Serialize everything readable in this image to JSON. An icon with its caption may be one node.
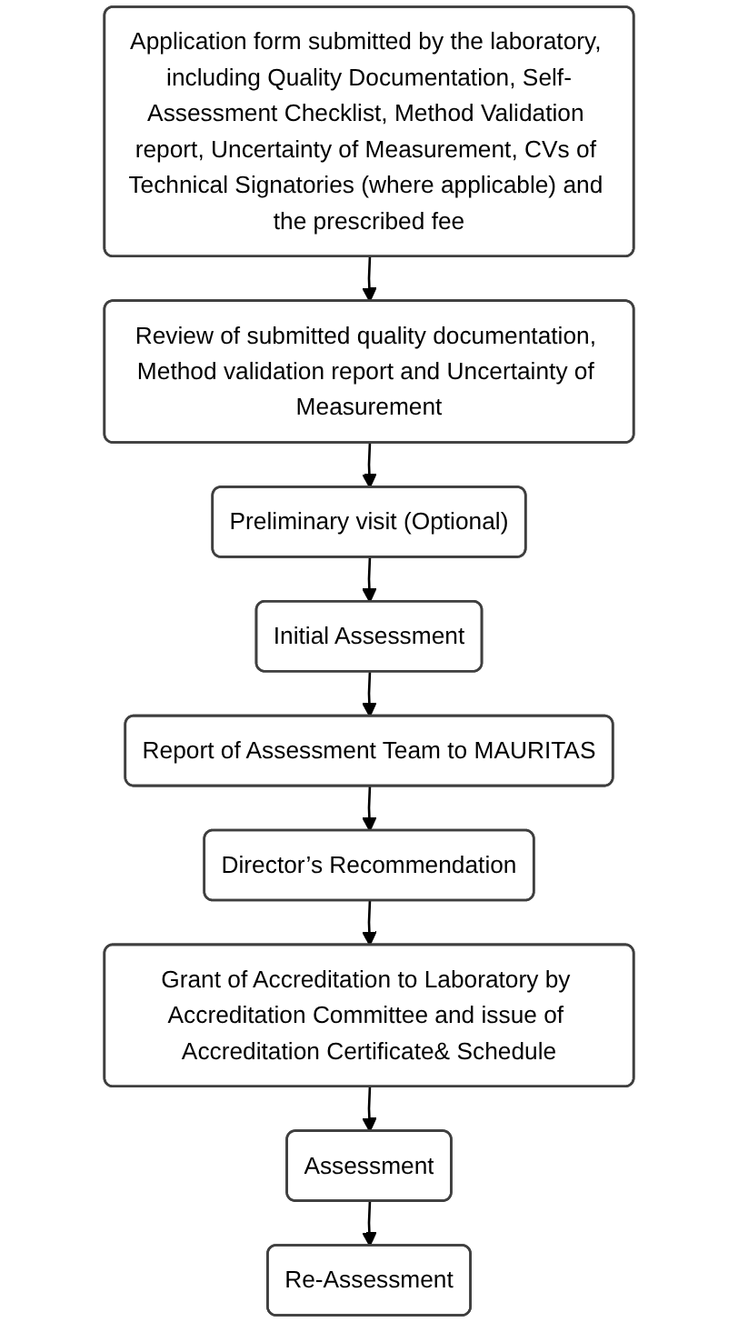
{
  "diagram": {
    "nodes": [
      {
        "text": [
          "Application form submitted by the laboratory, including Quality Documentation, Self-Assessment Checklist, Method Validation report, Uncertainty of Measurement, CVs of Technical Signatories (where applicable) and the prescribed fee"
        ]
      },
      {
        "text": [
          "Review of submitted quality documentation, Method validation report and Uncertainty of Measurement"
        ]
      },
      {
        "text": [
          "Preliminary visit (Optional)"
        ]
      },
      {
        "text": [
          "Initial Assessment"
        ]
      },
      {
        "text": [
          "Report of Assessment Team to MAURITAS"
        ]
      },
      {
        "text": [
          "Director’s Recommendation"
        ]
      },
      {
        "text": [
          "Grant of Accreditation to Laboratory by Accreditation Committee and issue of Accreditation Certificate& Schedule"
        ]
      },
      {
        "text": [
          "Assessment"
        ]
      },
      {
        "text": [
          "Re-Assessment"
        ]
      }
    ],
    "edges": [
      {
        "from": 0,
        "to": 1,
        "arrow": "to"
      },
      {
        "from": 1,
        "to": 2,
        "arrow": "to"
      },
      {
        "from": 2,
        "to": 3,
        "arrow": "to"
      },
      {
        "from": 3,
        "to": 4,
        "arrow": "to"
      },
      {
        "from": 4,
        "to": 5,
        "arrow": "to"
      },
      {
        "from": 5,
        "to": 6,
        "arrow": "to"
      },
      {
        "from": 6,
        "to": 7,
        "arrow": "to"
      },
      {
        "from": 7,
        "to": 8,
        "arrow": "to"
      }
    ]
  }
}
